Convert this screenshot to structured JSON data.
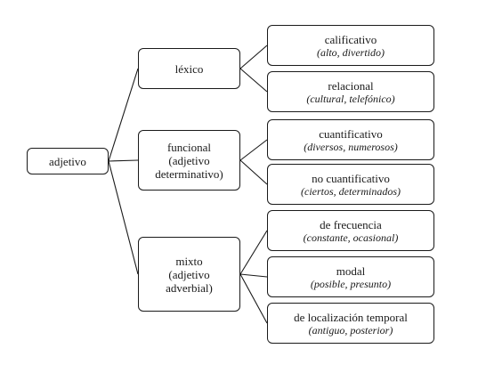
{
  "root": {
    "label": "adjetivo"
  },
  "lexico": {
    "label": "léxico",
    "children": [
      {
        "label": "calificativo",
        "examples": "(alto, divertido)"
      },
      {
        "label": "relacional",
        "examples": "(cultural, telefónico)"
      }
    ]
  },
  "funcional": {
    "lines": [
      "funcional",
      "(adjetivo",
      "determinativo)"
    ],
    "children": [
      {
        "label": "cuantificativo",
        "examples": "(diversos, numerosos)"
      },
      {
        "label": "no cuantificativo",
        "examples": "(ciertos, determinados)"
      }
    ]
  },
  "mixto": {
    "lines": [
      "mixto",
      "(adjetivo",
      "adverbial)"
    ],
    "children": [
      {
        "label": "de frecuencia",
        "examples": "(constante, ocasional)"
      },
      {
        "label": "modal",
        "examples": "(posible, presunto)"
      },
      {
        "label": "de localización temporal",
        "examples": "(antiguo, posterior)"
      }
    ]
  }
}
